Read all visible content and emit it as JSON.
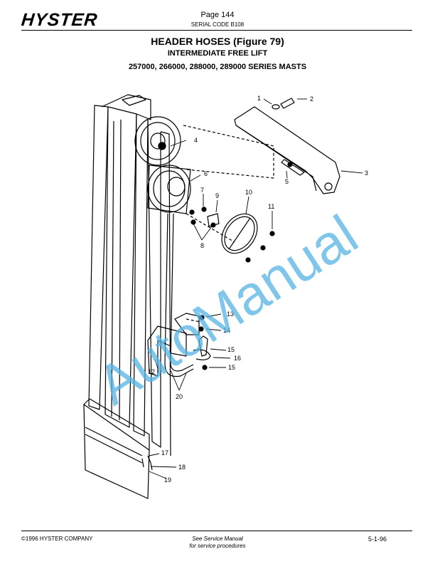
{
  "header": {
    "brand": "HYSTER",
    "page": "Page 144",
    "serial_code": "SERIAL CODE B108"
  },
  "titles": {
    "main": "HEADER HOSES (Figure 79)",
    "sub1": "INTERMEDIATE FREE LIFT",
    "sub2": "257000, 266000, 288000, 289000 SERIES MASTS"
  },
  "callouts": {
    "c1": "1",
    "c2": "2",
    "c3": "3",
    "c4": "4",
    "c5": "5",
    "c6": "6",
    "c7": "7",
    "c8": "8",
    "c9": "9",
    "c10": "10",
    "c11": "11",
    "c12": "12",
    "c13": "13",
    "c14": "14",
    "c15a": "15",
    "c15b": "15",
    "c16": "16",
    "c17": "17",
    "c18": "18",
    "c19": "19",
    "c20": "20"
  },
  "watermark": "AutoManual",
  "footer": {
    "copyright": "©1996 HYSTER COMPANY",
    "note_line1": "See Service Manual",
    "note_line2": "for service procedures",
    "date": "5-1-96"
  },
  "colors": {
    "watermark": "#56b4e4"
  }
}
